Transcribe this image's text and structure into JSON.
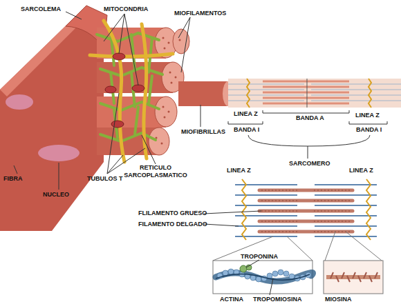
{
  "diagram": {
    "labels": [
      "SARCOLEMA",
      "MITOCONDRIA",
      "MIOFILAMENTOS",
      "MIOFIBRILLAS",
      "LINEA Z",
      "BANDA A",
      "LINEA Z",
      "BANDA I",
      "BANDA I",
      "FIBRA",
      "NUCLEO",
      "TUBULOS T",
      "RETICULO SARCOPLASMATICO",
      "SARCOMERO",
      "LINEA Z",
      "LINEA Z",
      "FLILAMENTO GRUESO",
      "FILAMENTO DELGADO",
      "TROPONINA",
      "ACTINA",
      "TROPOMIOSINA",
      "MIOSINA"
    ]
  }
}
